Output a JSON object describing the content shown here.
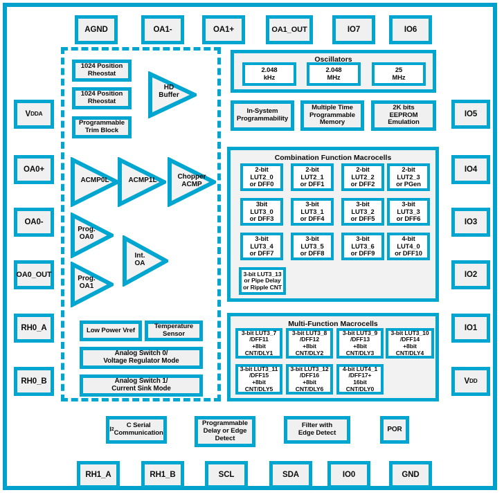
{
  "diagram": {
    "accent_color": "#00a6d0",
    "frame_color": "#00a0cc",
    "box_fill": "#f0f0f0",
    "cell_fill": "#ffffff",
    "text_color": "#0b0b0b"
  },
  "pins": {
    "top": [
      "AGND",
      "OA1-",
      "OA1+",
      "OA1_OUT",
      "IO7",
      "IO6"
    ],
    "left": [
      "VDDA",
      "OA0+",
      "OA0-",
      "OA0_OUT",
      "RH0_A",
      "RH0_B"
    ],
    "right": [
      "IO5",
      "IO4",
      "IO3",
      "IO2",
      "IO1",
      "VDD"
    ],
    "bottom": [
      "RH1_A",
      "RH1_B",
      "SCL",
      "SDA",
      "IO0",
      "GND"
    ]
  },
  "analog": {
    "blocks": [
      "1024 Position Rheostat",
      "1024 Position Rheostat",
      "Programmable Trim Block"
    ],
    "amplifiers": [
      "HD Buffer",
      "ACMP0L",
      "ACMP1L",
      "Chopper ACMP",
      "Prog. OA0",
      "Prog. OA1",
      "Int. OA"
    ],
    "misc": [
      "Low Power Vref",
      "Temperature Sensor",
      "Analog Switch 0/ Voltage Regulator Mode",
      "Analog Switch 1/ Current Sink Mode"
    ]
  },
  "oscillators": {
    "title": "Oscillators",
    "items": [
      "2.048 kHz",
      "2.048 MHz",
      "25 MHz"
    ]
  },
  "memory_row": [
    "In-System Programmability",
    "Multiple Time Programmable Memory",
    "2K bits EEPROM Emulation"
  ],
  "combination_macrocells": {
    "title": "Combination Function Macrocells",
    "cells": [
      "2-bit LUT2_0 or DFF0",
      "2-bit LUT2_1 or DFF1",
      "2-bit LUT2_2 or DFF2",
      "2-bit LUT2_3 or PGen",
      "3bit LUT3_0 or DFF3",
      "3-bit LUT3_1 or DFF4",
      "3-bit LUT3_2 or DFF5",
      "3-bit LUT3_3 or DFF6",
      "3-bit LUT3_4 or DFF7",
      "3-bit LUT3_5 or DFF8",
      "3-bit LUT3_6 or DFF9",
      "4-bit LUT4_0 or DFF10",
      "3-bit LUT3_13 or Pipe Delay or Ripple CNT"
    ]
  },
  "multi_macrocells": {
    "title": "Multi-Function Macrocells",
    "cells": [
      "3-bit LUT3_7 /DFF11 +8bit CNT/DLY1",
      "3-bit LUT3_8 /DFF12 +8bit CNT/DLY2",
      "3-bit LUT3_9 /DFF13 +8bit CNT/DLY3",
      "3-bit LUT3_10 /DFF14 +8bit CNT/DLY4",
      "3-bit LUT3_11 /DFF15 +8bit CNT/DLY5",
      "3-bit LUT3_12 /DFF16 +8bit CNT/DLY6",
      "4-bit LUT4_1 /DFF17+ 16bit CNT/DLY0"
    ]
  },
  "bottom_blocks": [
    "I2C Serial Communication",
    "Programmable Delay or Edge Detect",
    "Filter with Edge Detect",
    "POR"
  ]
}
